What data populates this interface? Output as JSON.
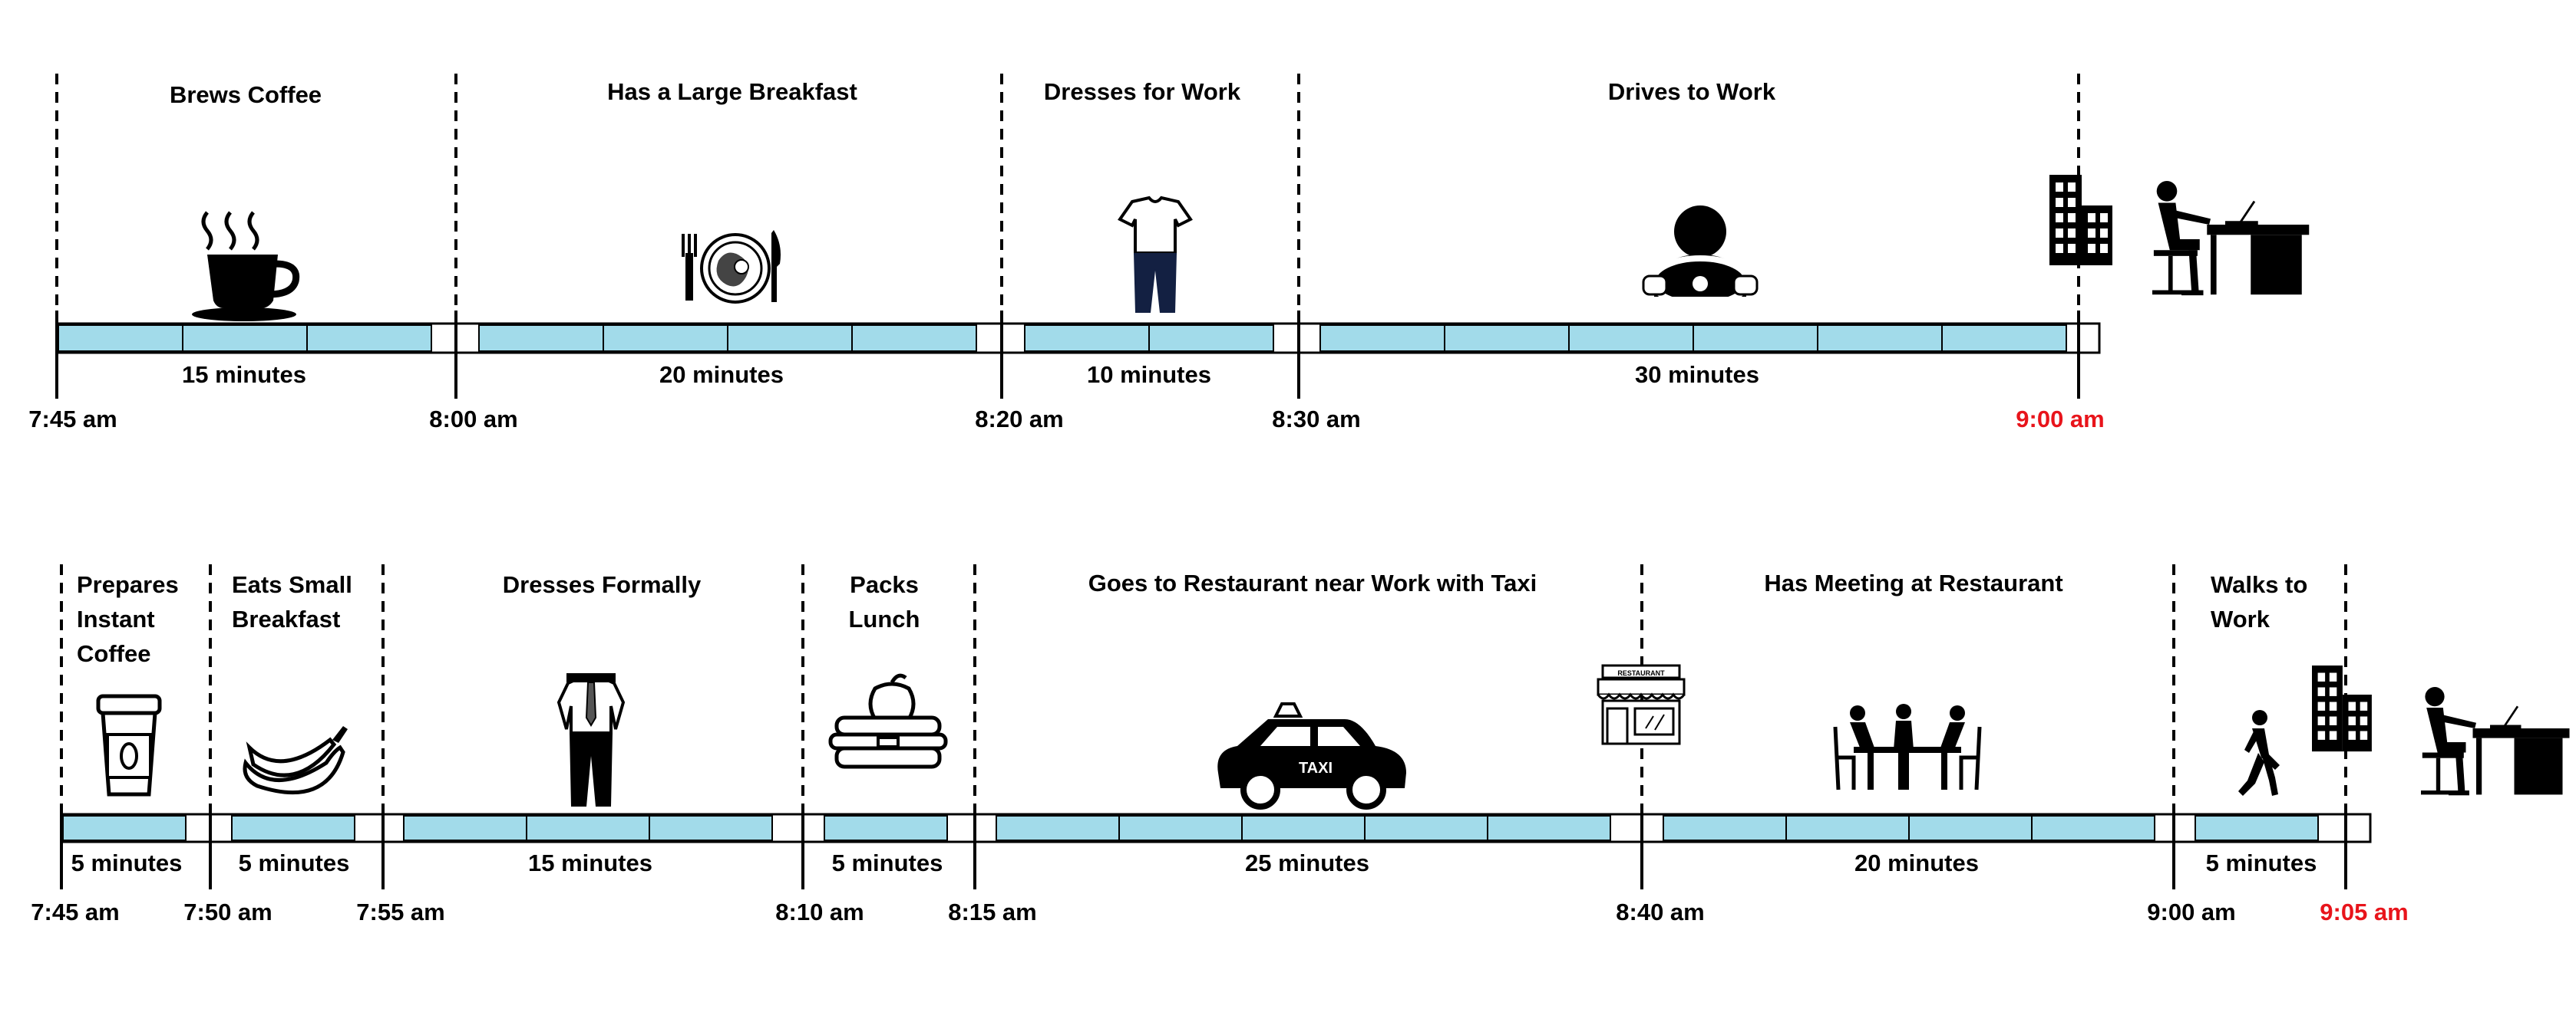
{
  "colors": {
    "bar_fill": "#a2dbea",
    "bar_stroke": "#000000",
    "highlight_time": "#e8141b"
  },
  "top": {
    "activities": [
      {
        "label": "Brews Coffee",
        "duration": "15 minutes",
        "icon": "coffee-cup-icon"
      },
      {
        "label": "Has a Large Breakfast",
        "duration": "20 minutes",
        "icon": "breakfast-plate-icon"
      },
      {
        "label": "Dresses for Work",
        "duration": "10 minutes",
        "icon": "casual-clothes-icon"
      },
      {
        "label": "Drives to Work",
        "duration": "30 minutes",
        "icon": "driver-icon"
      }
    ],
    "times": [
      "7:45 am",
      "8:00 am",
      "8:20 am",
      "8:30 am",
      "9:00 am"
    ],
    "end_icons": [
      "office-building-icon",
      "person-at-desk-icon"
    ]
  },
  "bottom": {
    "activities": [
      {
        "label_lines": [
          "Prepares",
          "Instant",
          "Coffee"
        ],
        "duration": "5 minutes",
        "icon": "takeaway-coffee-icon"
      },
      {
        "label_lines": [
          "Eats Small",
          "Breakfast"
        ],
        "duration": "5 minutes",
        "icon": "bananas-icon"
      },
      {
        "label_lines": [
          "Dresses Formally"
        ],
        "duration": "15 minutes",
        "icon": "formal-suit-icon"
      },
      {
        "label_lines": [
          "Packs",
          "Lunch"
        ],
        "duration": "5 minutes",
        "icon": "lunchbox-icon"
      },
      {
        "label_lines": [
          "Goes to Restaurant near Work with Taxi"
        ],
        "duration": "25 minutes",
        "icon": "taxi-icon",
        "taxi_sign": "TAXI"
      },
      {
        "label_lines": [
          "Has Meeting at Restaurant"
        ],
        "duration": "20 minutes",
        "icon": "meeting-icon"
      },
      {
        "label_lines": [
          "Walks to",
          "Work"
        ],
        "duration": "5 minutes",
        "icon": "walking-person-icon"
      }
    ],
    "times": [
      "7:45 am",
      "7:50 am",
      "7:55 am",
      "8:10 am",
      "8:15 am",
      "8:40 am",
      "9:00 am",
      "9:05 am"
    ],
    "restaurant_sign": "RESTAURANT",
    "end_icons": [
      "restaurant-icon",
      "office-building-icon",
      "person-at-desk-icon"
    ]
  }
}
